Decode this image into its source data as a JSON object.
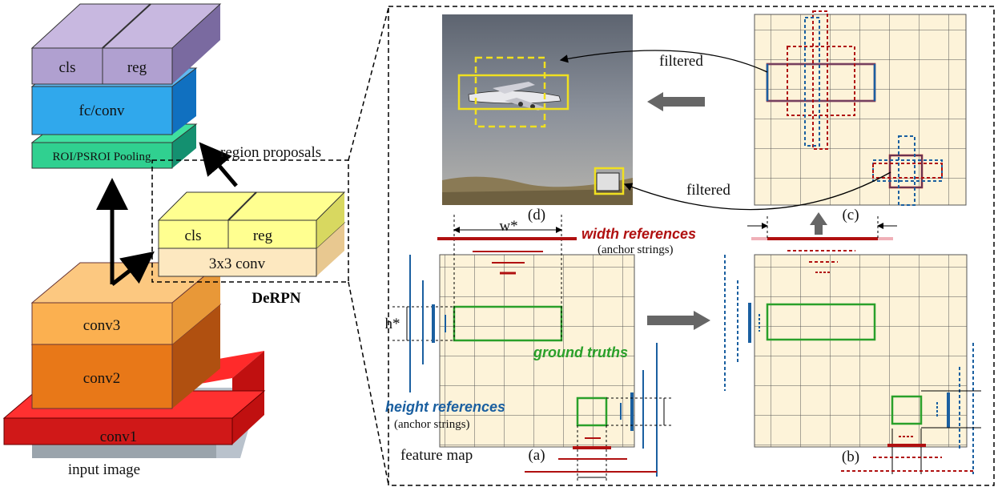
{
  "left": {
    "top_head": {
      "cls": "cls",
      "reg": "reg",
      "fc": "fc/conv",
      "pooling": "ROI/PSROI Pooling"
    },
    "backbone": {
      "conv3": "conv3",
      "conv2": "conv2",
      "conv1": "conv1",
      "input": "input image"
    },
    "derpn": {
      "cls": "cls",
      "reg": "reg",
      "conv": "3x3 conv",
      "name": "DeRPN"
    },
    "proposals_label": "region proposals"
  },
  "right": {
    "panel_a": "(a)",
    "panel_b": "(b)",
    "panel_c": "(c)",
    "panel_d": "(d)",
    "filtered_top": "filtered",
    "filtered_bottom": "filtered",
    "w_star": "w*",
    "h_star": "h*",
    "width_refs": "width references",
    "width_refs_sub": "(anchor strings)",
    "height_refs": "height references",
    "height_refs_sub": "(anchor strings)",
    "ground_truths": "ground truths",
    "feature_map": "feature map"
  },
  "colors": {
    "grid_fill": "#fdf3d9",
    "width_ref": "#b01010",
    "height_ref": "#1a5fa0",
    "ground_truth": "#2aa02a",
    "detect_box": "#f0e020"
  }
}
